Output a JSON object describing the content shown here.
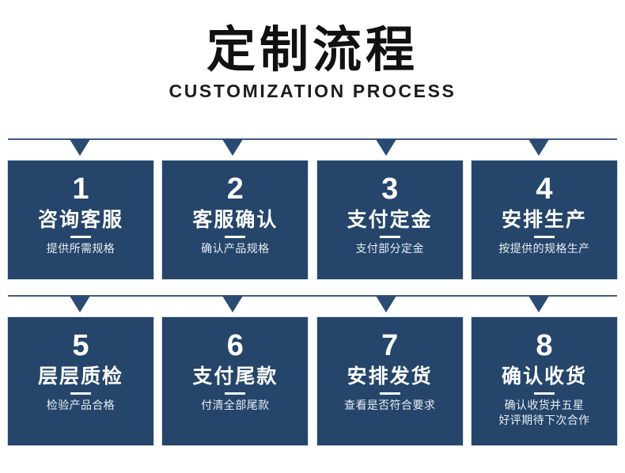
{
  "header": {
    "title": "定制流程",
    "subtitle": "CUSTOMIZATION PROCESS"
  },
  "theme": {
    "card_bg": "#25456B",
    "connector_line": "#3d5b80",
    "arrow": "#2a4b72",
    "card_text": "#ffffff",
    "desc_text": "#e9eef4",
    "page_bg": "#ffffff",
    "title_text": "#111111"
  },
  "rows": [
    {
      "arrows": 4,
      "cards": [
        {
          "number": "1",
          "title": "咨询客服",
          "desc": "提供所需规格"
        },
        {
          "number": "2",
          "title": "客服确认",
          "desc": "确认产品规格"
        },
        {
          "number": "3",
          "title": "支付定金",
          "desc": "支付部分定金"
        },
        {
          "number": "4",
          "title": "安排生产",
          "desc": "按提供的规格生产"
        }
      ]
    },
    {
      "arrows": 4,
      "cards": [
        {
          "number": "5",
          "title": "层层质检",
          "desc": "检验产品合格"
        },
        {
          "number": "6",
          "title": "支付尾款",
          "desc": "付清全部尾款"
        },
        {
          "number": "7",
          "title": "安排发货",
          "desc": "查看是否符合要求"
        },
        {
          "number": "8",
          "title": "确认收货",
          "desc": "确认收货并五星\n好评期待下次合作"
        }
      ]
    }
  ]
}
